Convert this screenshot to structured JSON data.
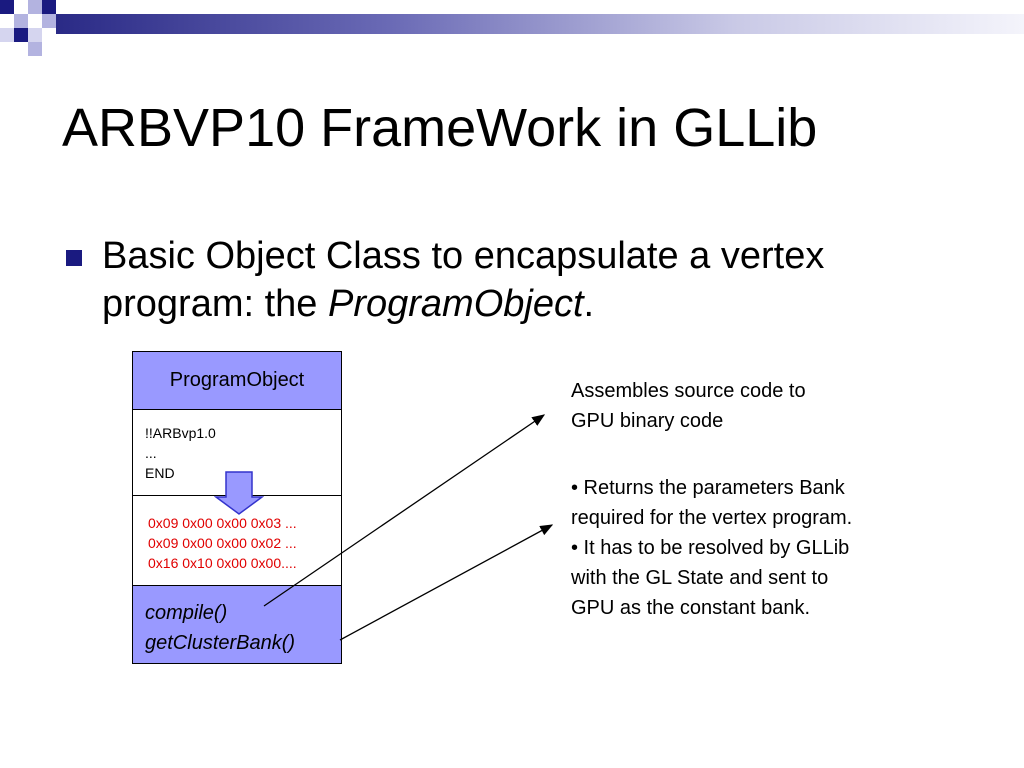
{
  "slide": {
    "title": "ARBVP10 FrameWork in GLLib",
    "bullet": {
      "text_before": "Basic Object Class to encapsulate a vertex program: the ",
      "emphasis": "ProgramObject",
      "text_after": "."
    }
  },
  "program_object": {
    "header": "ProgramObject",
    "source_lines": [
      "!!ARBvp1.0",
      "...",
      "END"
    ],
    "binary_lines": [
      "0x09 0x00 0x00 0x03 ...",
      "0x09 0x00 0x00 0x02 ...",
      "0x16 0x10 0x00 0x00...."
    ],
    "methods": [
      "compile()",
      "getClusterBank()"
    ]
  },
  "notes": {
    "compile_note": [
      "Assembles source code to",
      "GPU binary code"
    ],
    "bank_note": [
      "• Returns the parameters Bank",
      "required for the vertex program.",
      "• It has to be resolved by GLLib",
      "with the GL State and sent to",
      "GPU as the constant bank."
    ]
  },
  "colors": {
    "box_fill": "#9999ff",
    "binary_text": "#e00000",
    "arrow_fill": "#9999ff",
    "arrow_stroke": "#3333cc",
    "bullet": "#1a1a80"
  }
}
